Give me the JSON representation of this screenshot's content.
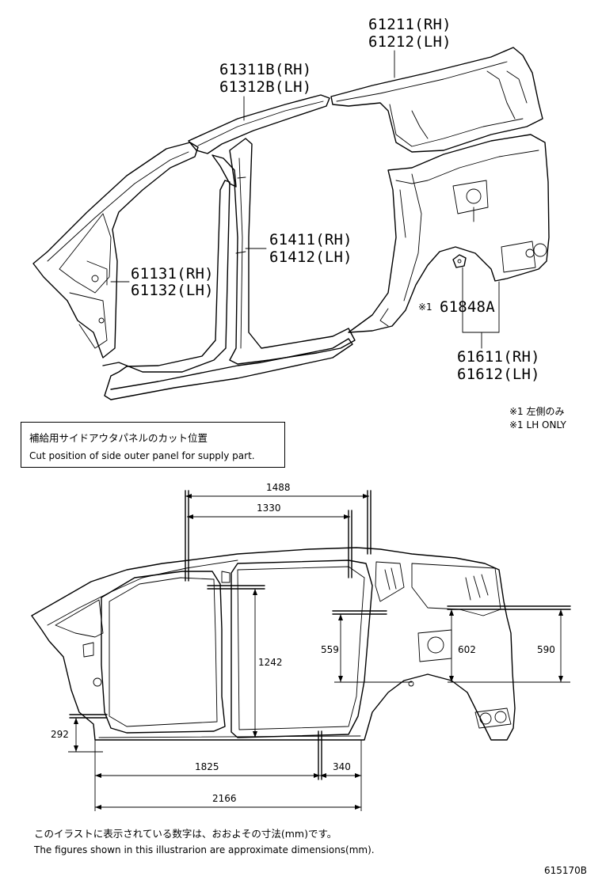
{
  "parts": {
    "roof_rail_rh": "61311B(RH)",
    "roof_rail_lh": "61312B(LH)",
    "quarter_upper_rh": "61211(RH)",
    "quarter_upper_lh": "61212(LH)",
    "front_pillar_rh": "61131(RH)",
    "front_pillar_lh": "61132(LH)",
    "center_pillar_rh": "61411(RH)",
    "center_pillar_lh": "61412(LH)",
    "bracket": "61848A",
    "bracket_mark": "※1",
    "quarter_panel_rh": "61611(RH)",
    "quarter_panel_lh": "61612(LH)"
  },
  "notes": {
    "lh_only_jp": "※1 左側のみ",
    "lh_only_en": "※1 LH ONLY",
    "cut_title_jp": "補給用サイドアウタパネルのカット位置",
    "cut_title_en": "Cut position of side outer panel for supply part.",
    "footer_jp": "このイラストに表示されている数字は、おおよその寸法(mm)です。",
    "footer_en": "The figures shown in this illustrarion are approximate dimensions(mm).",
    "figure_id": "615170B"
  },
  "dimensions": {
    "d1488": "1488",
    "d1330": "1330",
    "d1242": "1242",
    "d559": "559",
    "d602": "602",
    "d590": "590",
    "d292": "292",
    "d1825": "1825",
    "d340": "340",
    "d2166": "2166"
  }
}
